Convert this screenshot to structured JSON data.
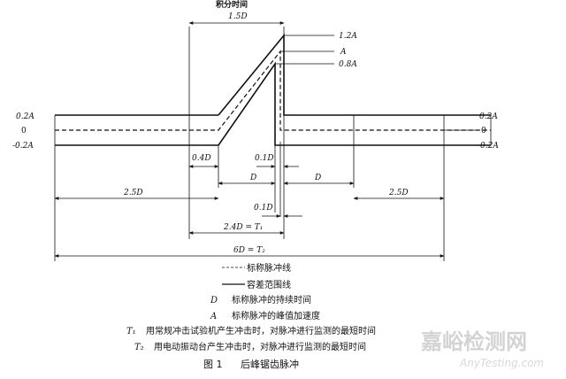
{
  "labels": {
    "integration_time": "积分时间",
    "span_1_5d": "1.5D",
    "tol_upper": "1.2A",
    "peak": "A",
    "tol_lower": "0.8A",
    "left_pos": "0.2A",
    "left_zero": "0",
    "left_neg": "-0.2A",
    "right_pos": "0.2A",
    "right_zero": "0",
    "right_neg": "-0.2A",
    "span_0_4d": "0.4D",
    "span_0_1d_top": "0.1D",
    "span_d_left": "D",
    "span_d_right": "D",
    "span_2_5d_left": "2.5D",
    "span_2_5d_right": "2.5D",
    "span_0_1d_bottom": "0.1D",
    "span_t1": "2.4D = T₁",
    "span_t2": "6D = T₂"
  },
  "legend": {
    "dashed_label": "标称脉冲线",
    "solid_label": "容差范围线",
    "d_symbol": "D",
    "d_desc": "标称脉冲的持续时间",
    "a_symbol": "A",
    "a_desc": "标称脉冲的峰值加速度",
    "t1_symbol": "T₁",
    "t1_desc": "用常规冲击试验机产生冲击时，对脉冲进行监测的最短时间",
    "t2_symbol": "T₂",
    "t2_desc": "用电动振动台产生冲击时，对脉冲进行监测的最短时间"
  },
  "caption": {
    "number": "图 1",
    "title": "后峰锯齿脉冲"
  },
  "watermark": {
    "cn": "嘉峪检测网",
    "en": "AnyTesting.com"
  }
}
